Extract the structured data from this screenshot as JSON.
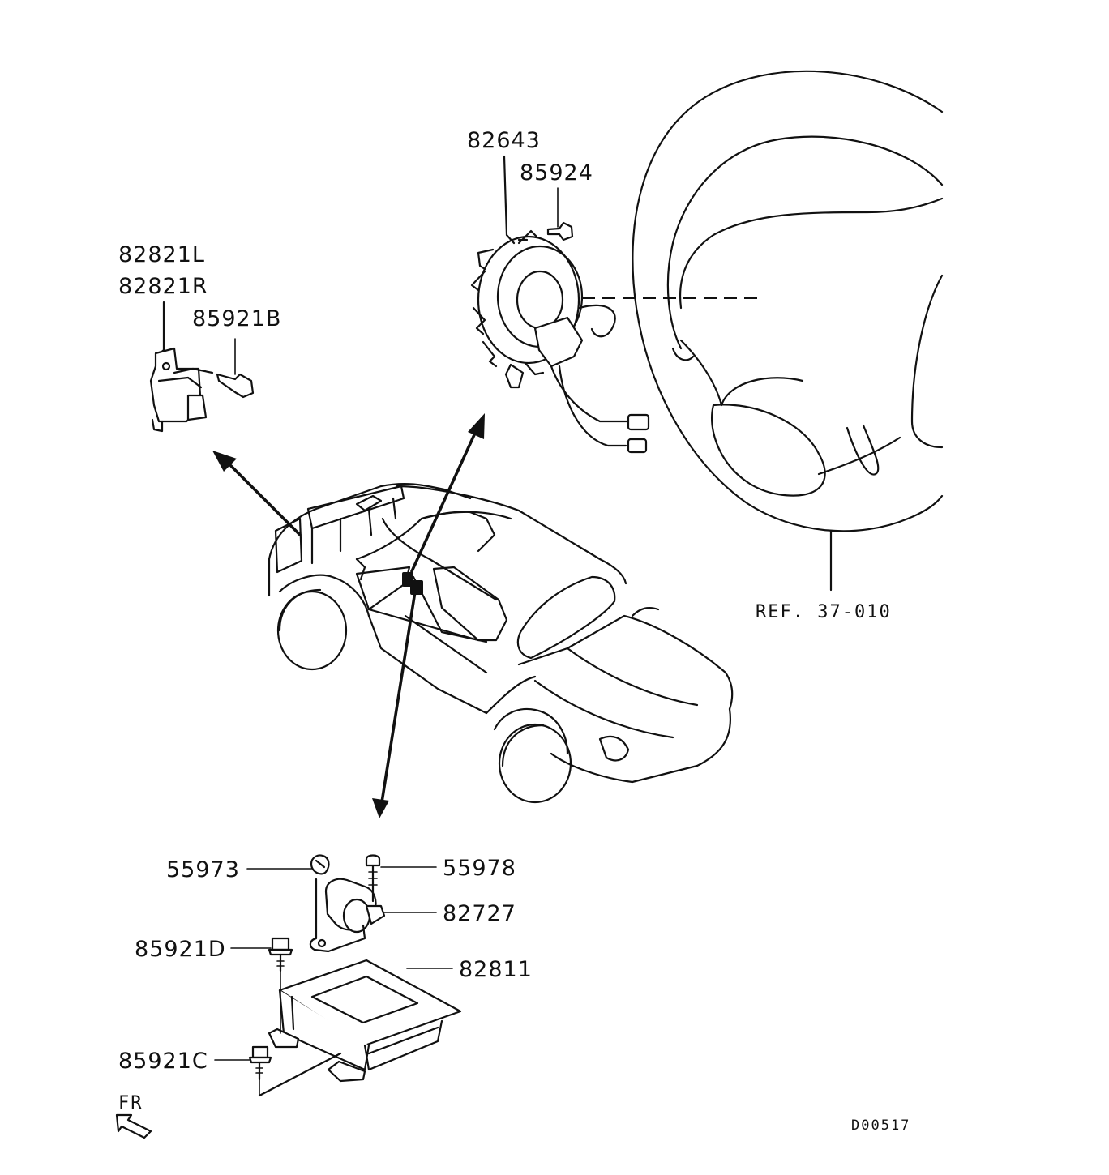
{
  "labels": {
    "p82643": "82643",
    "p85924": "85924",
    "p82821L": "82821L",
    "p82821R": "82821R",
    "p85921B": "85921B",
    "ref": "REF. 37-010",
    "p55973": "55973",
    "p55978": "55978",
    "p82727": "82727",
    "p85921D": "85921D",
    "p82811": "82811",
    "p85921C": "85921C",
    "fr": "FR",
    "code": "D00517"
  }
}
